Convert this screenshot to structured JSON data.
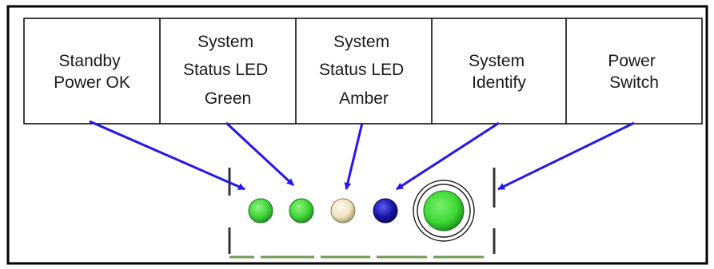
{
  "labels": [
    {
      "lines": [
        "Standby",
        "Power OK"
      ]
    },
    {
      "lines": [
        "System",
        "Status LED",
        "Green"
      ]
    },
    {
      "lines": [
        "System",
        "Status LED",
        "Amber"
      ]
    },
    {
      "lines": [
        "System",
        "Identify"
      ]
    },
    {
      "lines": [
        "Power",
        "Switch"
      ]
    }
  ],
  "colors": {
    "frame": "#000000",
    "arrow": "#2418e6",
    "led_green": "#3fd43a",
    "led_amber": "#f1e3be",
    "led_blue": "#1614a8",
    "power_button": "#3dd636",
    "bezel_green": "#6f9a52",
    "bezel_dark": "#333333"
  },
  "icons": [
    "standby-power-led",
    "status-led-green",
    "status-led-amber",
    "identify-led",
    "power-switch-button"
  ]
}
